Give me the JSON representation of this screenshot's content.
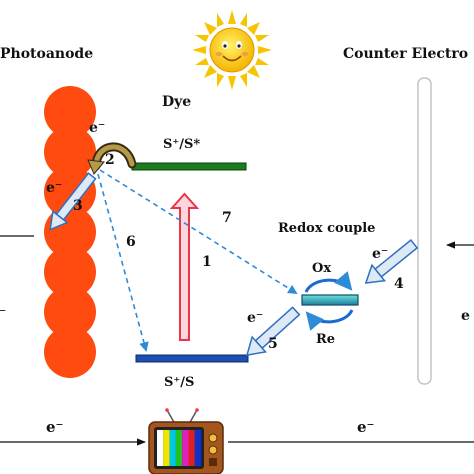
{
  "labels": {
    "photoanode": "Photoanode",
    "counter_electrode": "Counter Electro",
    "dye": "Dye",
    "excited_state": "S⁺/S*",
    "ground_state": "S⁺/S",
    "redox_couple": "Redox couple",
    "ox": "Ox",
    "re": "Re"
  },
  "electron_labels": {
    "e_top": "e⁻",
    "e_left_middle": "e⁻",
    "e_redox": "e⁻",
    "e_lower": "e⁻",
    "e_bottom_left": "e⁻",
    "e_bottom_right": "e⁻",
    "e_edge_left": "e⁻",
    "e_edge_right": "e"
  },
  "steps": {
    "s1": "1",
    "s2": "2",
    "s3": "3",
    "s4": "4",
    "s5": "5",
    "s6": "6",
    "s7": "7"
  },
  "icons": {
    "sun": "sun-icon",
    "tv": "tv-icon"
  },
  "colors": {
    "photoanode": "#ff4a10",
    "dye_level": "#1e7a1e",
    "ground_level": "#1c4fb0",
    "redox_level": "#2aa8a0",
    "dashed_arrow": "#2e8bd8",
    "excitation_arrow": "#e8354a"
  }
}
